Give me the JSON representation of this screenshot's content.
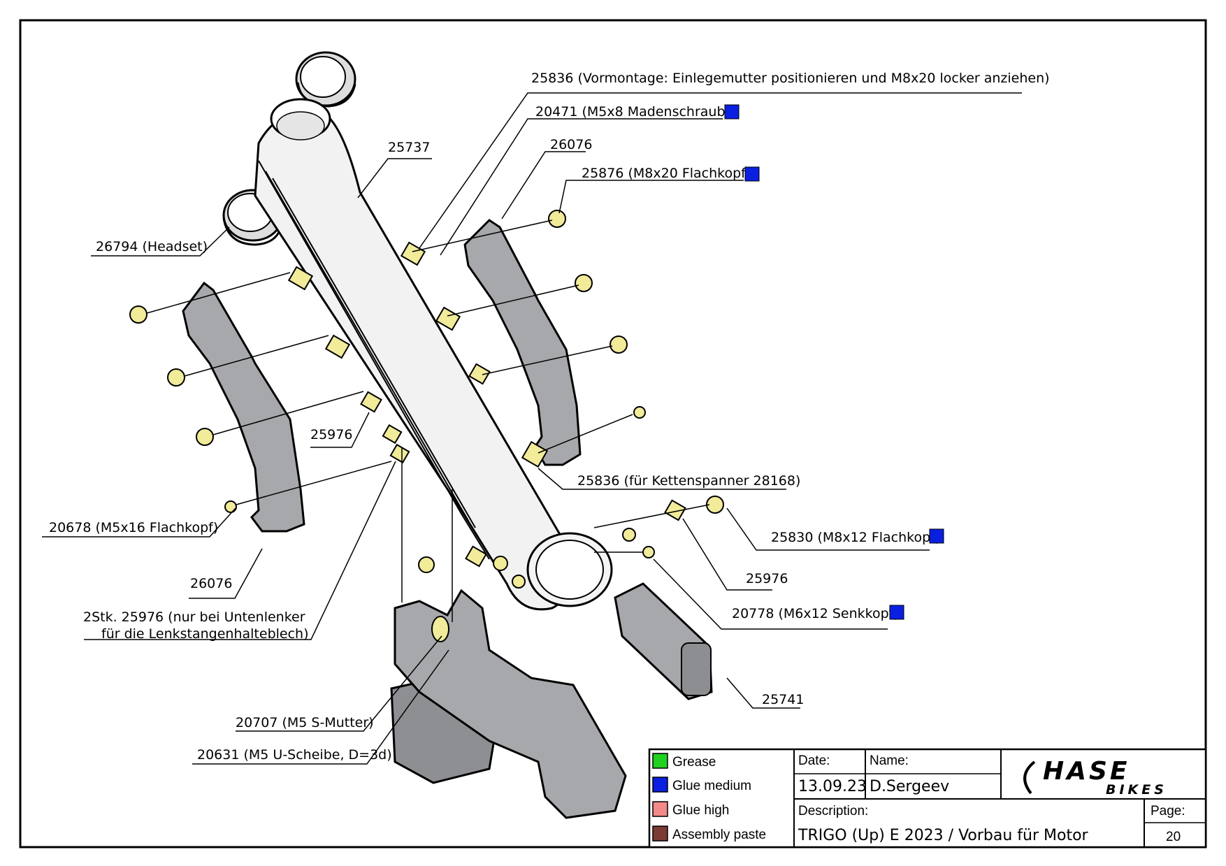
{
  "callouts": {
    "c25836_top": "25836 (Vormontage: Einlegemutter positionieren und M8x20 locker anziehen)",
    "c20471": "20471 (M5x8 Madenschraube)",
    "c26076_top": "26076",
    "c25737": "25737",
    "c25876": "25876 (M8x20 Flachkopf)",
    "c26794": "26794 (Headset)",
    "c25976_left": "25976",
    "c25836_mid": "25836 (für Kettenspanner 28168)",
    "c20678": "20678 (M5x16 Flachkopf)",
    "c25830": "25830 (M8x12 Flachkopf)",
    "c25976_right": "25976",
    "c26076_bottom": "26076",
    "c20778": "20778 (M6x12 Senkkopf)",
    "c2stk_line1": "2Stk. 25976 (nur bei Untenlenker",
    "c2stk_line2": "für die  Lenkstangenhalteblech)",
    "c25741": "25741",
    "c20707": "20707 (M5 S-Mutter)",
    "c20631": "20631 (M5 U-Scheibe, D=3d)"
  },
  "legend": [
    {
      "label": "Grease",
      "color": "#1fd21f"
    },
    {
      "label": "Glue medium",
      "color": "#0a1fe0"
    },
    {
      "label": "Glue high",
      "color": "#f28a8a"
    },
    {
      "label": "Assembly paste",
      "color": "#7a3b35"
    }
  ],
  "glue_marker_color": "#0a1fe0",
  "title_block": {
    "date_label": "Date:",
    "date_value": "13.09.23",
    "name_label": "Name:",
    "name_value": "D.Sergeev",
    "description_label": "Description:",
    "description_value": "TRIGO (Up) E 2023 / Vorbau für Motor",
    "page_label": "Page:",
    "page_value": "20",
    "logo_main": "HASE",
    "logo_sub": "BIKES"
  },
  "colors": {
    "part_gray": "#a6a8ab",
    "part_gray_dark": "#6d6f72",
    "hardware_yellow": "#f1eb9a",
    "tube_white": "#f4f4f4"
  }
}
